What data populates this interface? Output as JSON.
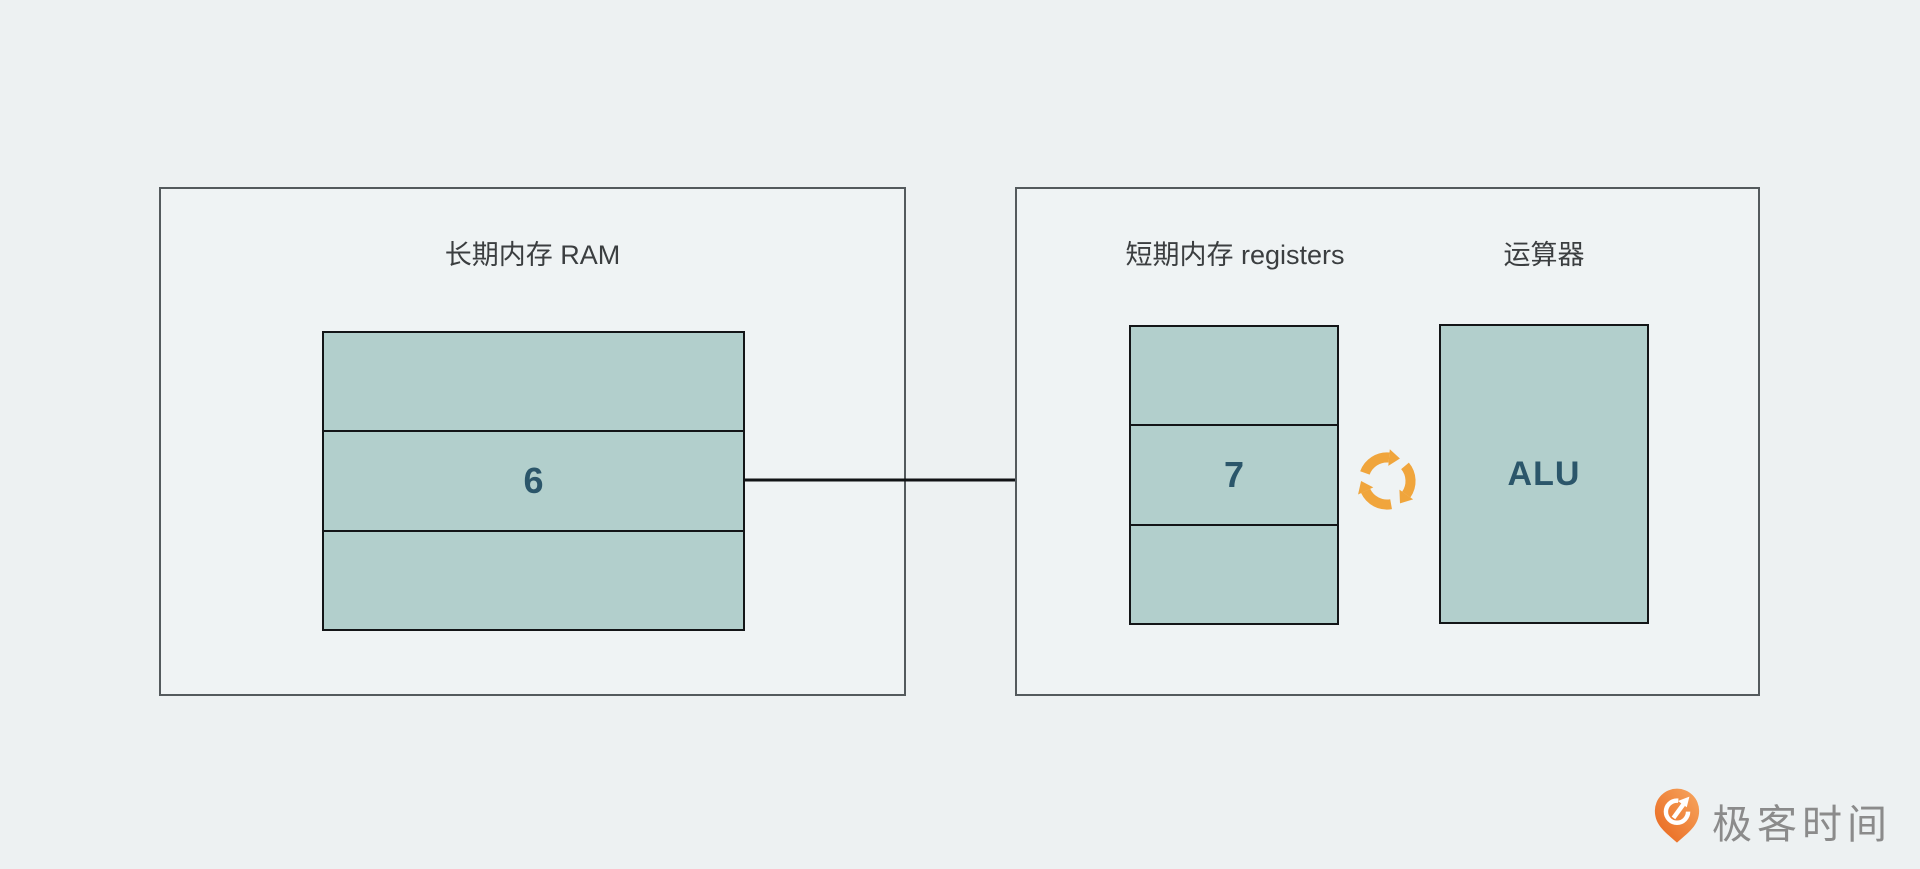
{
  "ram_panel": {
    "title": "长期内存 RAM",
    "cells": [
      "",
      "6",
      ""
    ]
  },
  "cpu_panel": {
    "registers_title": "短期内存 registers",
    "register_cells": [
      "",
      "7",
      ""
    ],
    "alu_title": "运算器",
    "alu_label": "ALU"
  },
  "logo": {
    "brand": "极客时间"
  },
  "icons": {
    "cycle": "circular-arrows-icon",
    "transfer": "right-arrow",
    "logo_mark": "geektime-pin-icon"
  },
  "colors": {
    "background": "#edf1f2",
    "panel_border": "#545a5d",
    "cell_fill": "#b2cfcc",
    "cell_border": "#131517",
    "cell_text": "#2b566a",
    "accent_orange": "#f0a53c",
    "logo_orange_dark": "#e8651c",
    "logo_orange_light": "#f7a760",
    "label_text": "#3b3e40",
    "logo_text": "#8b8b8b"
  }
}
